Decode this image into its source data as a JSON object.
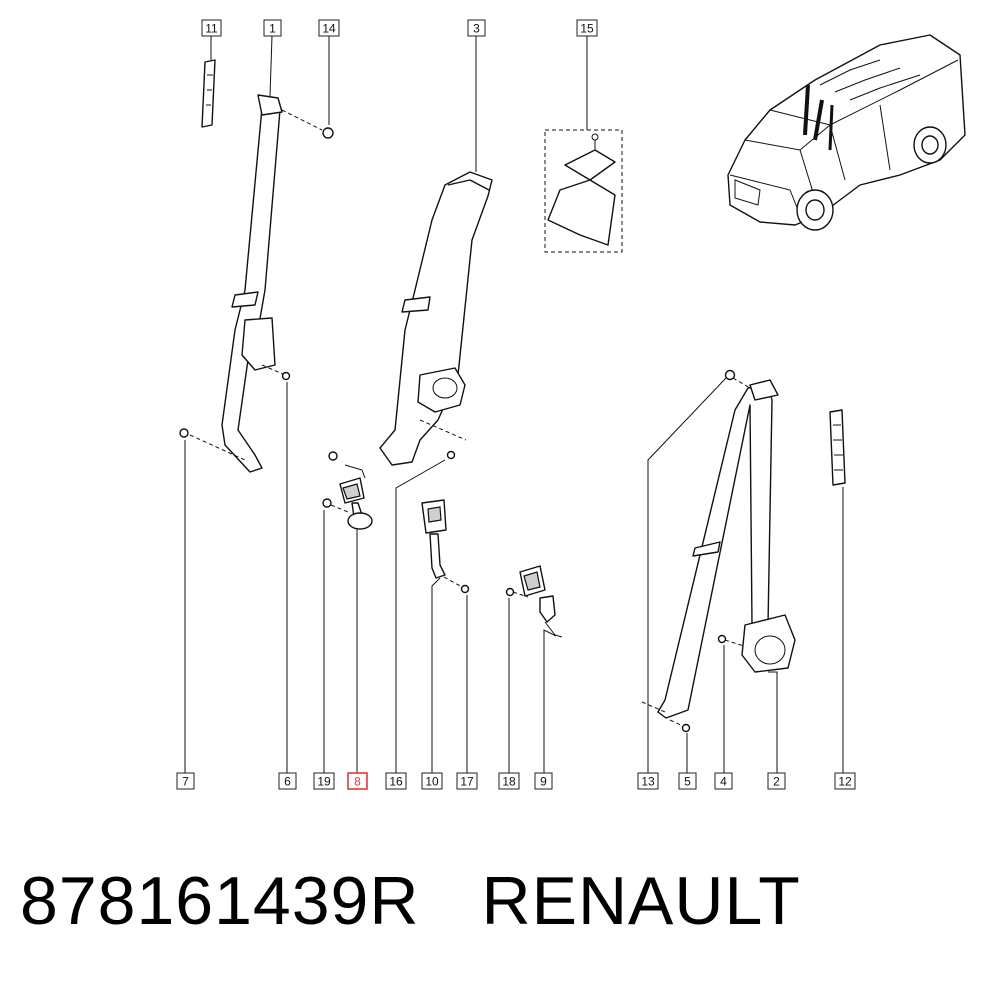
{
  "part_number": "878161439R",
  "brand": "RENAULT",
  "callouts": [
    {
      "label": "11",
      "highlighted": false
    },
    {
      "label": "1",
      "highlighted": false
    },
    {
      "label": "14",
      "highlighted": false
    },
    {
      "label": "3",
      "highlighted": false
    },
    {
      "label": "15",
      "highlighted": false
    },
    {
      "label": "7",
      "highlighted": false
    },
    {
      "label": "6",
      "highlighted": false
    },
    {
      "label": "19",
      "highlighted": false
    },
    {
      "label": "8",
      "highlighted": true
    },
    {
      "label": "16",
      "highlighted": false
    },
    {
      "label": "10",
      "highlighted": false
    },
    {
      "label": "17",
      "highlighted": false
    },
    {
      "label": "18",
      "highlighted": false
    },
    {
      "label": "9",
      "highlighted": false
    },
    {
      "label": "13",
      "highlighted": false
    },
    {
      "label": "5",
      "highlighted": false
    },
    {
      "label": "4",
      "highlighted": false
    },
    {
      "label": "2",
      "highlighted": false
    },
    {
      "label": "12",
      "highlighted": false
    }
  ],
  "colors": {
    "highlight": "#e03a3a",
    "line": "#111111"
  }
}
